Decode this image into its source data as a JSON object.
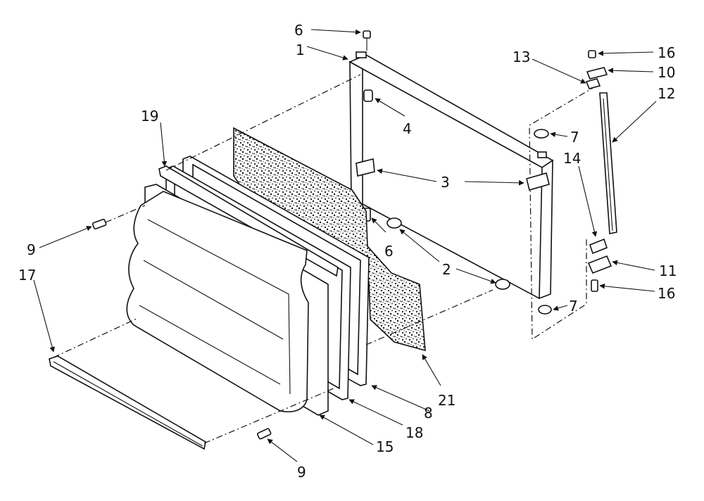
{
  "callouts": {
    "c1": "1",
    "c2": "2",
    "c3": "3",
    "c4": "4",
    "c6a": "6",
    "c6b": "6",
    "c7a": "7",
    "c7b": "7",
    "c8": "8",
    "c9a": "9",
    "c9b": "9",
    "c10": "10",
    "c11": "11",
    "c12": "12",
    "c13": "13",
    "c14": "14",
    "c15": "15",
    "c16a": "16",
    "c16b": "16",
    "c17": "17",
    "c18": "18",
    "c19": "19",
    "c21": "21"
  }
}
